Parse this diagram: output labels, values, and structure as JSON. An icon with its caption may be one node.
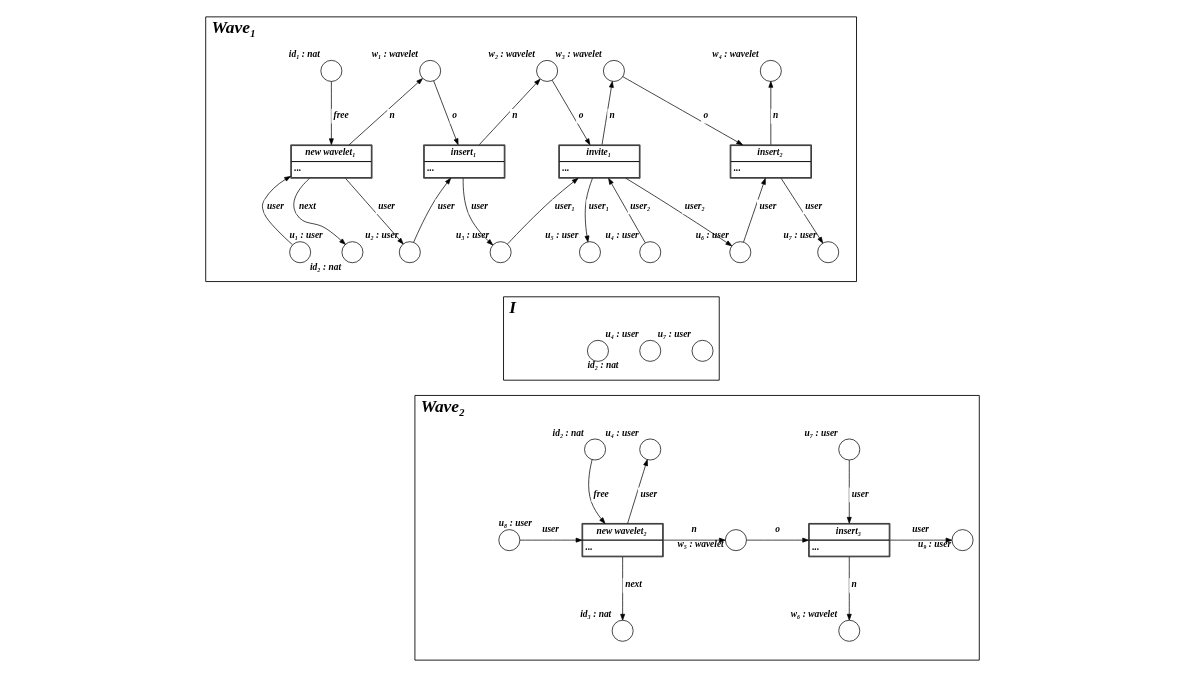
{
  "diagram": {
    "nodes": [
      {
        "text": [
          "Wave₁"
        ]
      },
      {
        "text": [],
        "shape": "circle",
        "beside": [
          "id₁ : nat"
        ],
        "in": 0
      },
      {
        "text": [],
        "shape": "circle",
        "beside": [
          "w₁ : wavelet"
        ],
        "in": 0
      },
      {
        "text": [],
        "shape": "circle",
        "beside": [
          "w₂ : wavelet"
        ],
        "in": 0
      },
      {
        "text": [],
        "shape": "circle",
        "beside": [
          "w₃ : wavelet"
        ],
        "in": 0
      },
      {
        "text": [],
        "shape": "circle",
        "beside": [
          "w₄ : wavelet"
        ],
        "in": 0
      },
      {
        "text": [
          "new wavelet₁",
          "..."
        ],
        "in": 0
      },
      {
        "text": [
          "insert₁",
          "..."
        ],
        "in": 0
      },
      {
        "text": [
          "invite₁",
          "..."
        ],
        "in": 0
      },
      {
        "text": [
          "insert₂",
          "..."
        ],
        "in": 0
      },
      {
        "text": [],
        "shape": "circle",
        "beside": [
          "u₁ : user"
        ],
        "in": 0
      },
      {
        "text": [],
        "shape": "circle",
        "beside": [
          "id₂ : nat"
        ],
        "in": 0
      },
      {
        "text": [],
        "shape": "circle",
        "beside": [
          "u₂ : user"
        ],
        "in": 0
      },
      {
        "text": [],
        "shape": "circle",
        "beside": [
          "u₃ : user"
        ],
        "in": 0
      },
      {
        "text": [],
        "shape": "circle",
        "beside": [
          "u₄ : user"
        ],
        "in": 0
      },
      {
        "text": [],
        "shape": "circle",
        "beside": [
          "u₅ : user"
        ],
        "in": 0
      },
      {
        "text": [],
        "shape": "circle",
        "beside": [
          "u₆ : user"
        ],
        "in": 0
      },
      {
        "text": [],
        "shape": "circle",
        "beside": [
          "u₇ : user"
        ],
        "in": 0
      },
      {
        "text": [
          "I"
        ]
      },
      {
        "text": [],
        "shape": "circle",
        "beside": [
          "id₂ : nat"
        ],
        "in": 18
      },
      {
        "text": [],
        "shape": "circle",
        "beside": [
          "u₄ : user"
        ],
        "in": 18
      },
      {
        "text": [],
        "shape": "circle",
        "beside": [
          "u₇ : user"
        ],
        "in": 18
      },
      {
        "text": [
          "Wave₂"
        ]
      },
      {
        "text": [],
        "shape": "circle",
        "beside": [
          "id₂ : nat"
        ],
        "in": 22
      },
      {
        "text": [],
        "shape": "circle",
        "beside": [
          "u₄ : user"
        ],
        "in": 22
      },
      {
        "text": [],
        "shape": "circle",
        "beside": [
          "u₇ : user"
        ],
        "in": 22
      },
      {
        "text": [
          "new wavelet₂",
          "..."
        ],
        "in": 22
      },
      {
        "text": [],
        "shape": "circle",
        "beside": [
          "w₅ : wavelet"
        ],
        "in": 22
      },
      {
        "text": [
          "insert₃",
          "..."
        ],
        "in": 22
      },
      {
        "text": [],
        "shape": "circle",
        "beside": [
          "u₉ : user"
        ],
        "in": 22
      },
      {
        "text": [],
        "shape": "circle",
        "beside": [
          "u₈ : user"
        ],
        "in": 22
      },
      {
        "text": [],
        "shape": "circle",
        "beside": [
          "id₃ : nat"
        ],
        "in": 22
      },
      {
        "text": [],
        "shape": "circle",
        "beside": [
          "w₆ : wavelet"
        ],
        "in": 22
      }
    ],
    "edges": [
      {
        "from": 1,
        "to": 6,
        "arrow": "to",
        "label": "free"
      },
      {
        "from": 6,
        "to": 2,
        "arrow": "to",
        "label": "n"
      },
      {
        "from": 2,
        "to": 7,
        "arrow": "to",
        "label": "o"
      },
      {
        "from": 7,
        "to": 3,
        "arrow": "to",
        "label": "n"
      },
      {
        "from": 3,
        "to": 8,
        "arrow": "to",
        "label": "o"
      },
      {
        "from": 8,
        "to": 4,
        "arrow": "to",
        "label": "n"
      },
      {
        "from": 4,
        "to": 9,
        "arrow": "to",
        "label": "o"
      },
      {
        "from": 9,
        "to": 5,
        "arrow": "to",
        "label": "n"
      },
      {
        "from": 10,
        "to": 6,
        "arrow": "to",
        "label": "user"
      },
      {
        "from": 6,
        "to": 11,
        "arrow": "to",
        "label": "next"
      },
      {
        "from": 6,
        "to": 12,
        "arrow": "to",
        "label": "user"
      },
      {
        "from": 12,
        "to": 7,
        "arrow": "to",
        "label": "user"
      },
      {
        "from": 7,
        "to": 13,
        "arrow": "to",
        "label": "user"
      },
      {
        "from": 13,
        "to": 8,
        "arrow": "to",
        "label": "user₁"
      },
      {
        "from": 14,
        "to": 8,
        "arrow": "to",
        "label": "user₂"
      },
      {
        "from": 8,
        "to": 15,
        "arrow": "to",
        "label": "user₁"
      },
      {
        "from": 8,
        "to": 16,
        "arrow": "to",
        "label": "user₂"
      },
      {
        "from": 16,
        "to": 9,
        "arrow": "to",
        "label": "user"
      },
      {
        "from": 9,
        "to": 17,
        "arrow": "to",
        "label": "user"
      },
      {
        "from": 23,
        "to": 26,
        "arrow": "to",
        "label": "free"
      },
      {
        "from": 26,
        "to": 24,
        "arrow": "to",
        "label": "user"
      },
      {
        "from": 30,
        "to": 26,
        "arrow": "to",
        "label": "user"
      },
      {
        "from": 26,
        "to": 27,
        "arrow": "to",
        "label": "n"
      },
      {
        "from": 27,
        "to": 28,
        "arrow": "to",
        "label": "o"
      },
      {
        "from": 26,
        "to": 31,
        "arrow": "to",
        "label": "next"
      },
      {
        "from": 25,
        "to": 28,
        "arrow": "to",
        "label": "user"
      },
      {
        "from": 28,
        "to": 29,
        "arrow": "to",
        "label": "user"
      },
      {
        "from": 28,
        "to": 32,
        "arrow": "to",
        "label": "n"
      }
    ]
  }
}
